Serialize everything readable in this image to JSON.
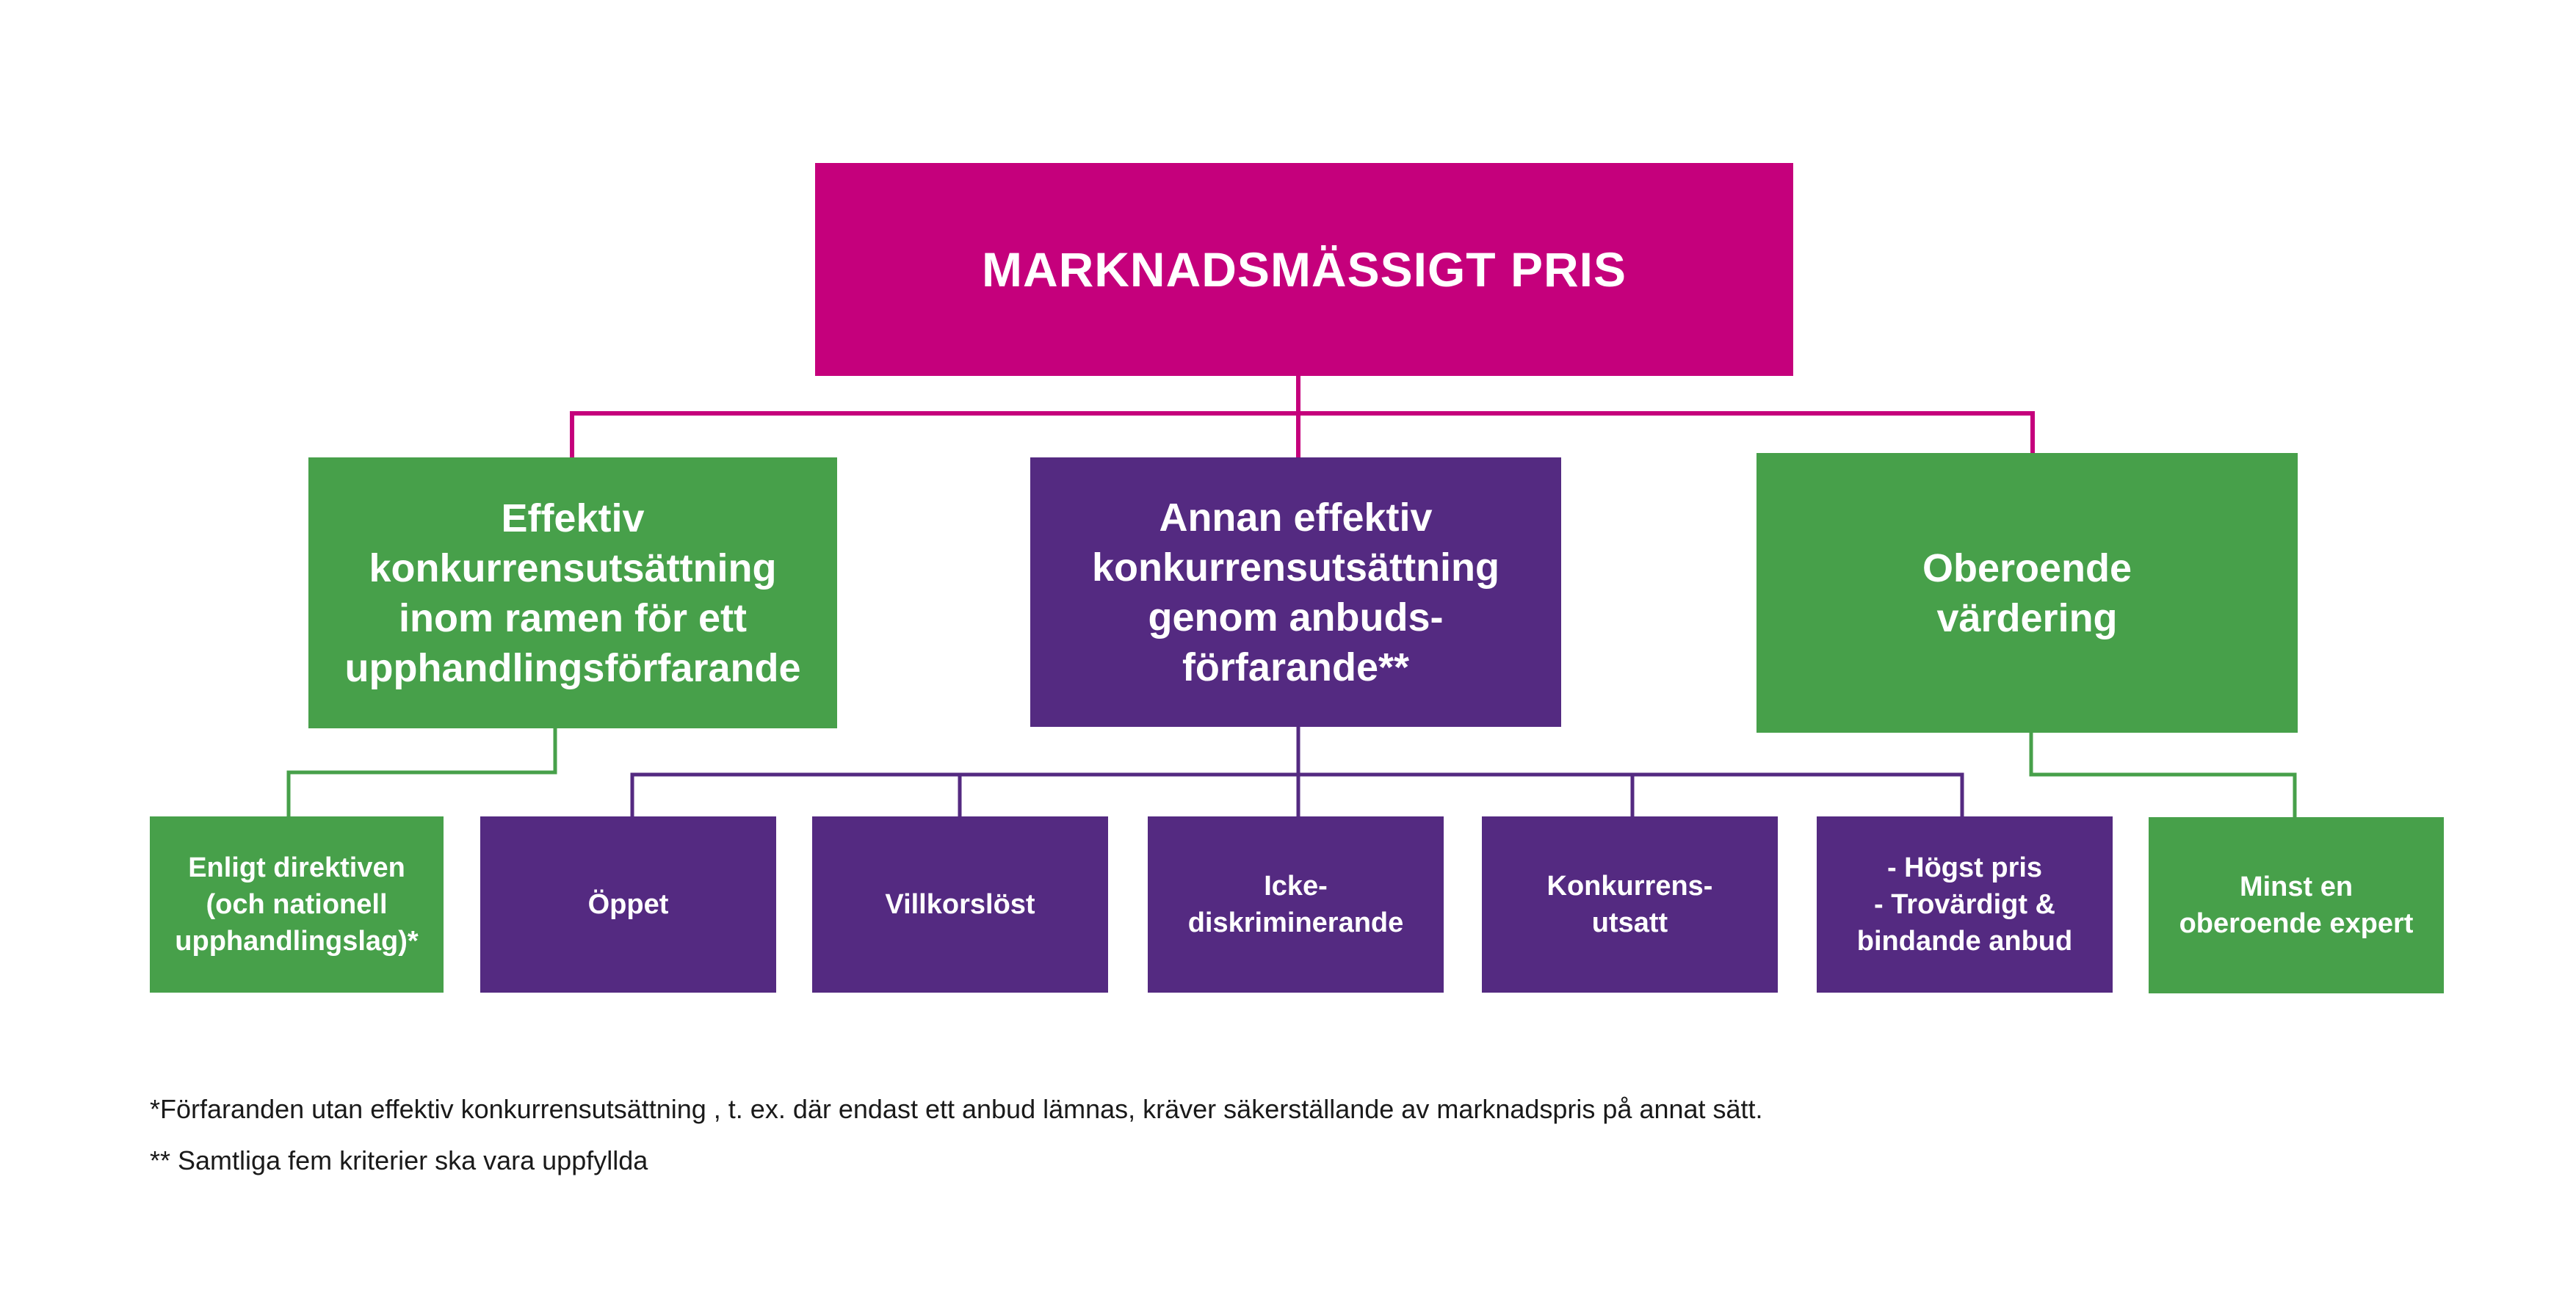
{
  "root": {
    "label": "MARKNADSMÄSSIGT PRIS"
  },
  "categories": [
    {
      "label": "Effektiv\nkonkurrensutsättning\ninom ramen för ett\nupphandlingsförfarande"
    },
    {
      "label": "Annan effektiv\nkonkurrensutsättning\ngenom anbuds-\nförfarande**"
    },
    {
      "label": "Oberoende\nvärdering"
    }
  ],
  "leaves": [
    {
      "label": "Enligt direktiven\n(och nationell\nupphandlingslag)*"
    },
    {
      "label": "Öppet"
    },
    {
      "label": "Villkorslöst"
    },
    {
      "label": "Icke-\ndiskriminerande"
    },
    {
      "label": "Konkurrens-\nutsatt"
    },
    {
      "label": "- Högst pris\n- Trovärdigt &\nbindande anbud"
    },
    {
      "label": "Minst en\noberoende expert"
    }
  ],
  "footnotes": [
    "*Förfaranden utan effektiv konkurrensutsättning , t. ex. där endast ett anbud lämnas, kräver säkerställande av marknadspris på annat sätt.",
    "** Samtliga fem kriterier ska vara uppfyllda"
  ],
  "colors": {
    "magenta": "#c5007c",
    "green": "#47a04a",
    "purple": "#542a81"
  }
}
